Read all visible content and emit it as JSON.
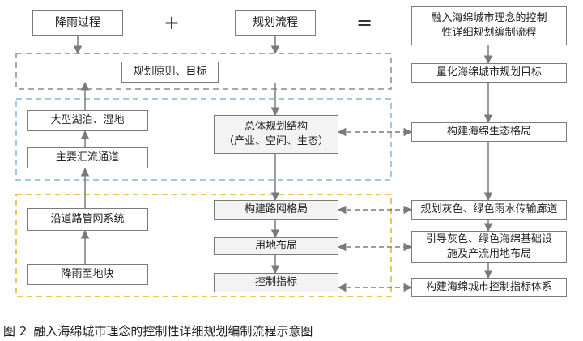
{
  "nodes": {
    "rainfall_process": "降雨过程",
    "planning_process": "规划流程",
    "sponge_control_flow": "融入海绵城市理念的控制\n性详细规划编制流程",
    "principles_goals": "规划原则、目标",
    "quantify_targets": "量化海绵城市规划目标",
    "lakes_wetlands": "大型湖泊、湿地",
    "overall_structure": "总体规划结构\n（产业、空间、生态）",
    "sponge_eco_pattern": "构建海绵生态格局",
    "main_channels": "主要汇流通道",
    "road_network": "构建路网格局",
    "gray_green_corridor": "规划灰色、绿色雨水传输廊道",
    "road_pipe_system": "沿道路管网系统",
    "land_use_layout": "用地布局",
    "guide_infrastructure": "引导灰色、绿色海绵基础设\n施及产流用地布局",
    "rain_to_plot": "降雨至地块",
    "control_indicators": "控制指标",
    "sponge_indicator_system": "构建海绵城市控制指标体系"
  },
  "operators": {
    "plus": "+",
    "equals": "="
  },
  "caption": {
    "figure_no": "图 2",
    "title": "融入海绵城市理念的控制性详细规划编制流程示意图"
  },
  "colors": {
    "region_gray": "#8c8c8c",
    "region_blue": "#7fb8dc",
    "region_yellow": "#e6b422",
    "box_border": "#7b7b7b",
    "arrow": "#7a7a7a"
  }
}
